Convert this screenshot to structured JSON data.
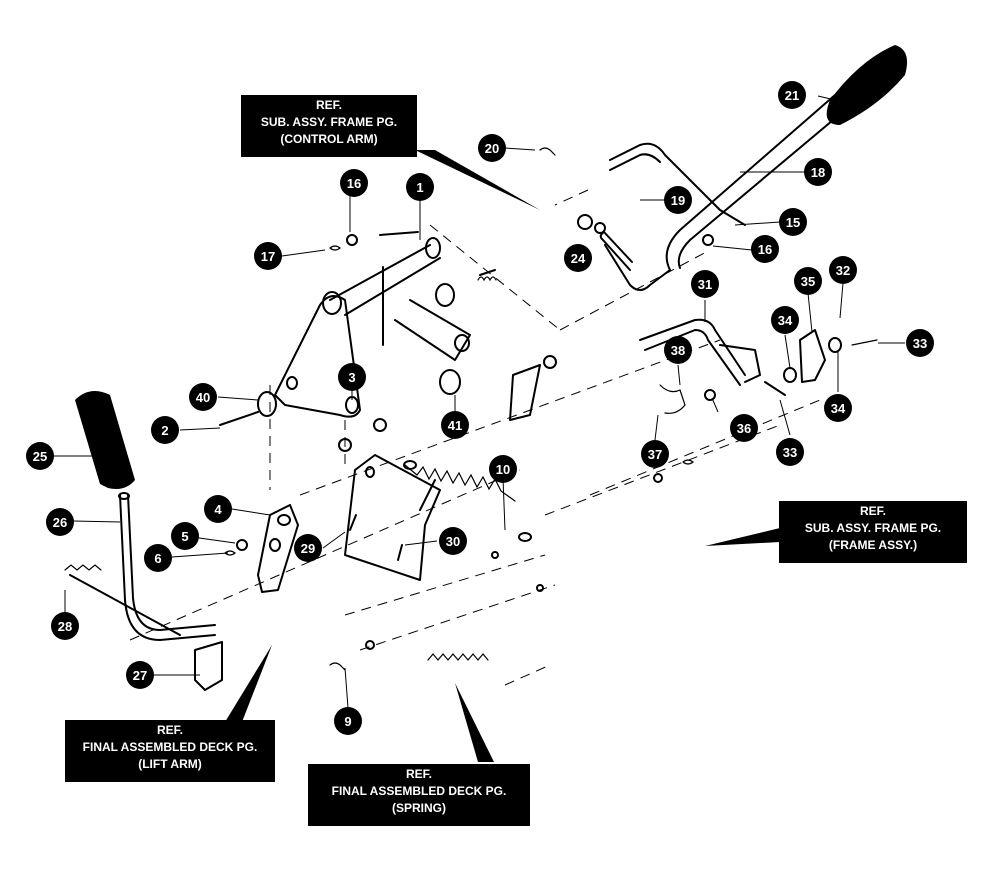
{
  "references": [
    {
      "id": "control-arm",
      "lines": [
        "REF.",
        "SUB. ASSY. FRAME PG.",
        "(CONTROL ARM)"
      ]
    },
    {
      "id": "frame-assy",
      "lines": [
        "REF.",
        "SUB. ASSY. FRAME PG.",
        "(FRAME ASSY.)"
      ]
    },
    {
      "id": "lift-arm",
      "lines": [
        "REF.",
        "FINAL ASSEMBLED DECK PG.",
        "(LIFT ARM)"
      ]
    },
    {
      "id": "spring",
      "lines": [
        "REF.",
        "FINAL ASSEMBLED DECK PG.",
        "(SPRING)"
      ]
    }
  ],
  "callouts": [
    "21",
    "18",
    "20",
    "19",
    "15",
    "24",
    "16",
    "16",
    "17",
    "1",
    "31",
    "35",
    "32",
    "34",
    "33",
    "38",
    "34",
    "40",
    "3",
    "2",
    "41",
    "36",
    "33",
    "37",
    "25",
    "10",
    "4",
    "26",
    "5",
    "29",
    "30",
    "6",
    "28",
    "27",
    "9"
  ]
}
